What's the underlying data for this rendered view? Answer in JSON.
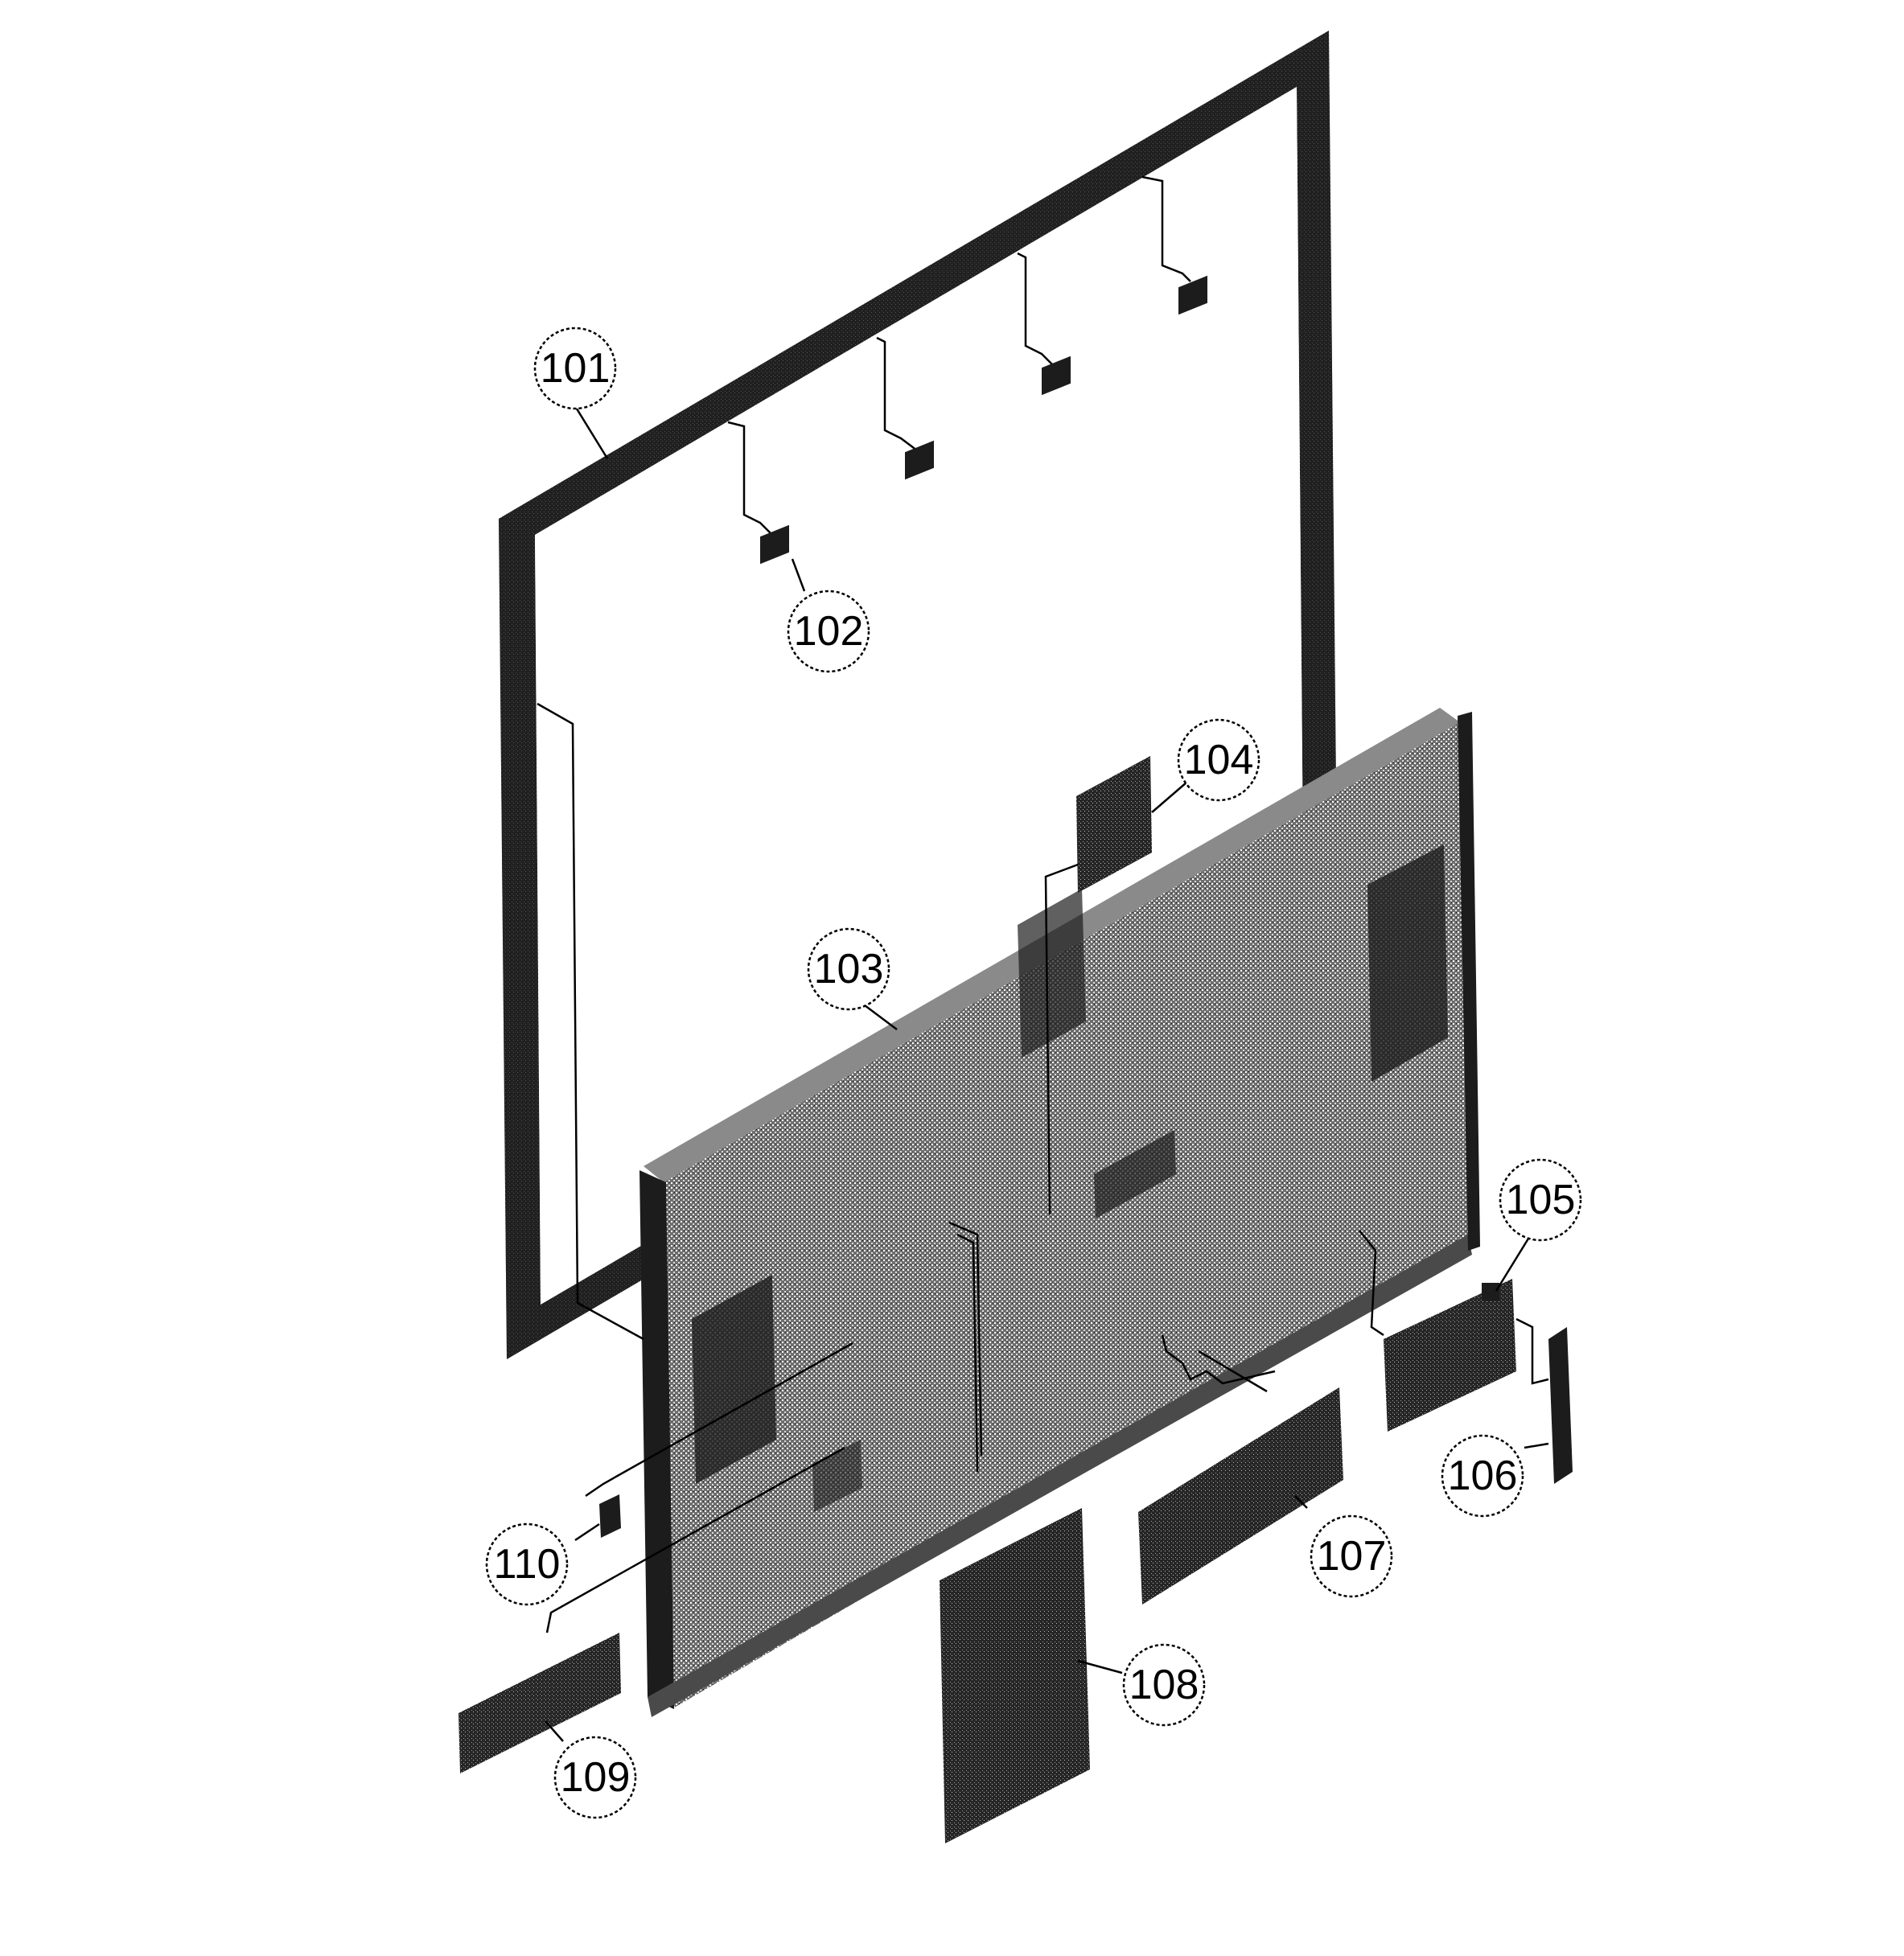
{
  "diagram": {
    "type": "exploded-parts-view",
    "callouts": [
      {
        "id": "101",
        "label": "101"
      },
      {
        "id": "102",
        "label": "102"
      },
      {
        "id": "103",
        "label": "103"
      },
      {
        "id": "104",
        "label": "104"
      },
      {
        "id": "105",
        "label": "105"
      },
      {
        "id": "106",
        "label": "106"
      },
      {
        "id": "107",
        "label": "107"
      },
      {
        "id": "108",
        "label": "108"
      },
      {
        "id": "109",
        "label": "109"
      },
      {
        "id": "110",
        "label": "110"
      }
    ]
  }
}
